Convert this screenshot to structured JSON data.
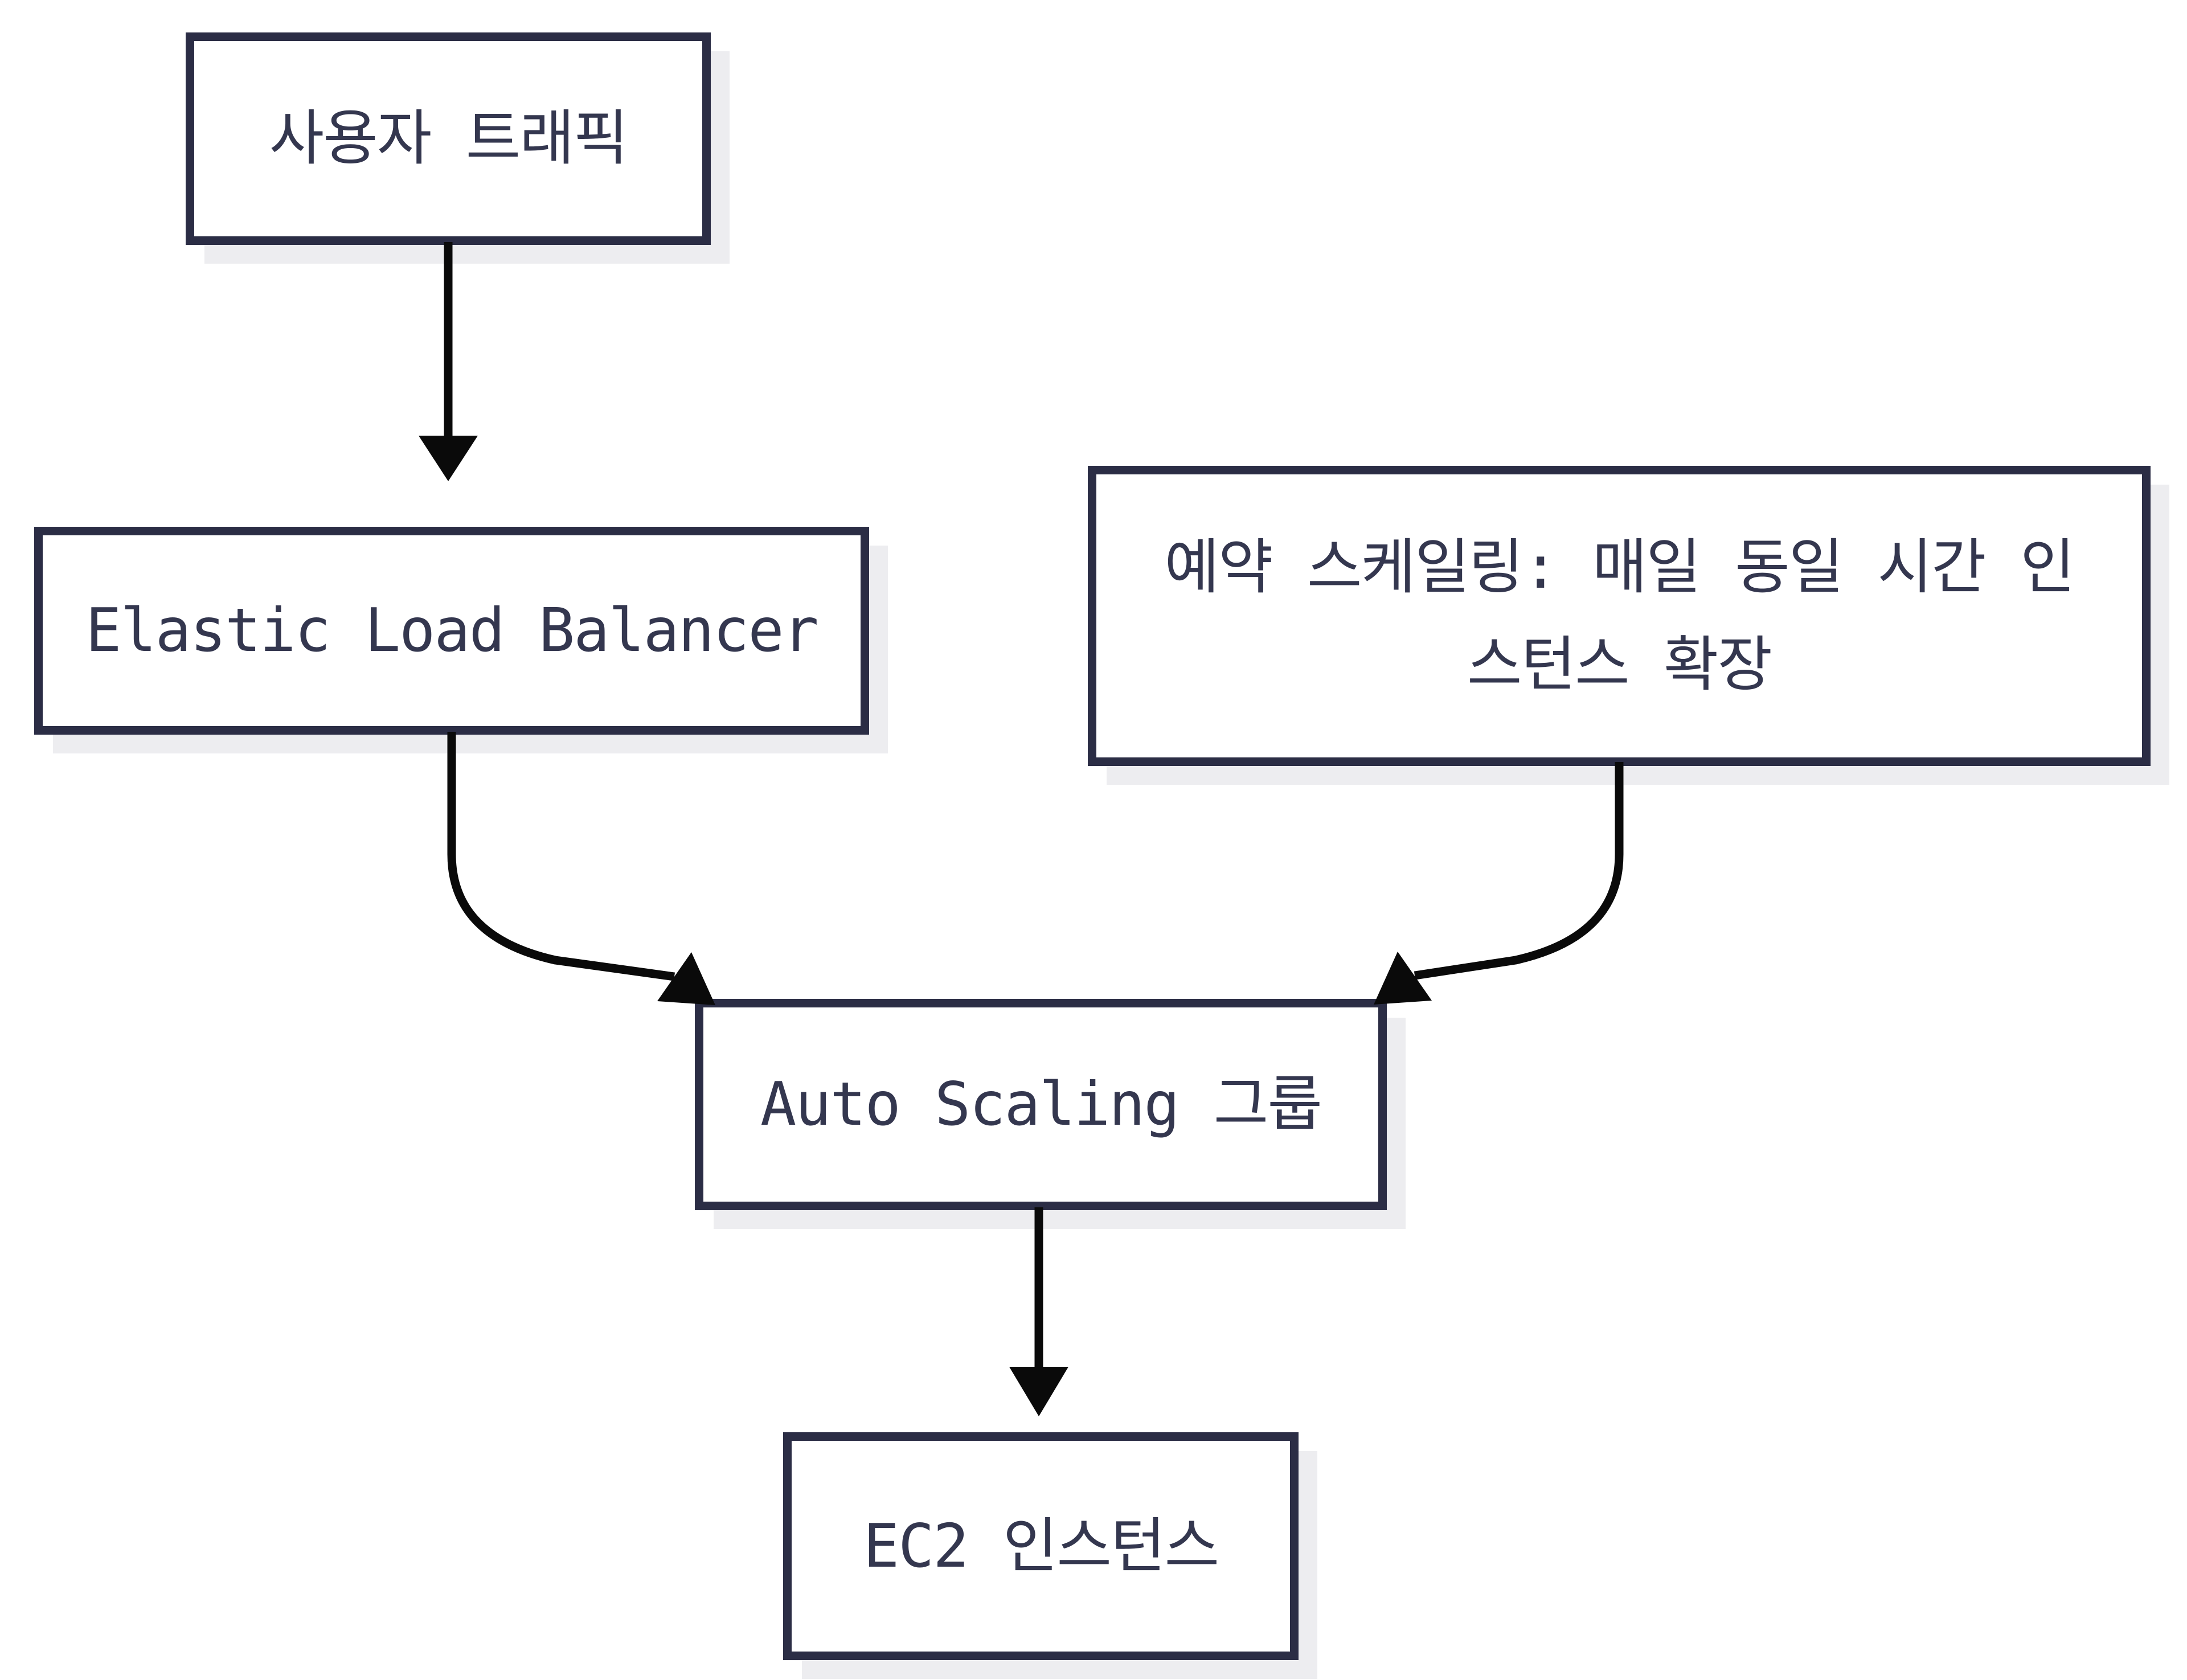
{
  "diagram": {
    "type": "flowchart",
    "direction": "top-down",
    "colors": {
      "background": "#ffffff",
      "node_fill": "#ffffff",
      "node_border": "#2b2d45",
      "node_text": "#34374f",
      "node_shadow": "#ededf0",
      "arrow": "#0a0a0a"
    },
    "nodes": [
      {
        "id": "user-traffic",
        "label": "사용자 트래픽"
      },
      {
        "id": "elastic-load-balancer",
        "label": "Elastic Load Balancer"
      },
      {
        "id": "scheduled-scaling",
        "label": "예약 스케일링: 매일 동일 시간 인스턴스 확장",
        "lines": [
          "예약 스케일링: 매일 동일 시간 인",
          "스턴스 확장"
        ]
      },
      {
        "id": "auto-scaling-group",
        "label": "Auto Scaling 그룹"
      },
      {
        "id": "ec2-instances",
        "label": "EC2 인스턴스"
      }
    ],
    "edges": [
      {
        "from": "user-traffic",
        "to": "elastic-load-balancer"
      },
      {
        "from": "elastic-load-balancer",
        "to": "auto-scaling-group"
      },
      {
        "from": "scheduled-scaling",
        "to": "auto-scaling-group"
      },
      {
        "from": "auto-scaling-group",
        "to": "ec2-instances"
      }
    ]
  }
}
